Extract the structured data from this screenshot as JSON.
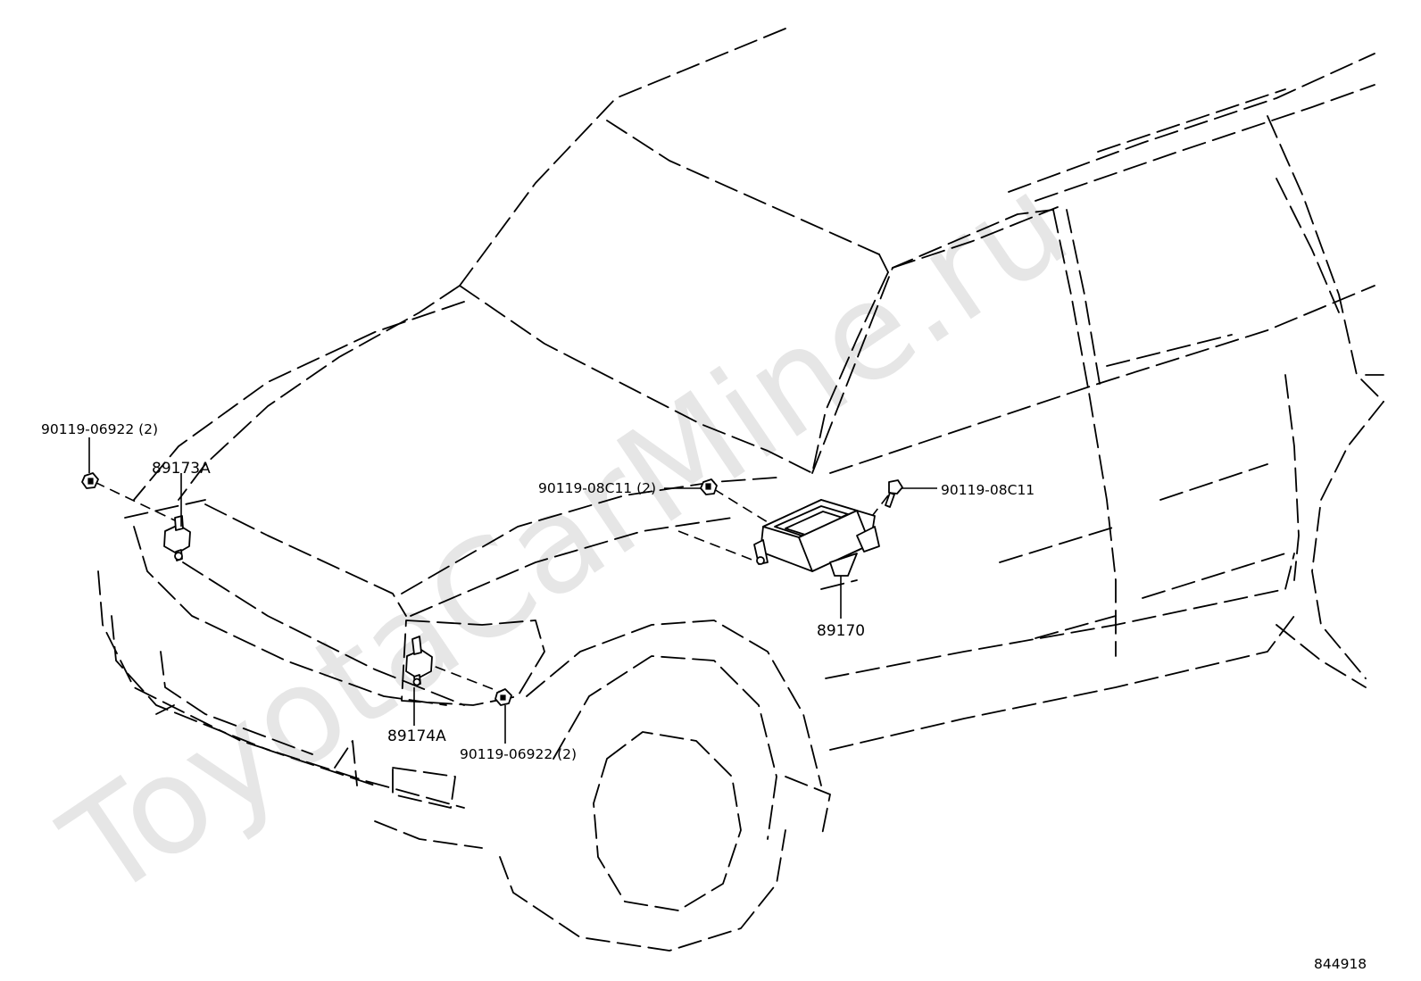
{
  "watermark": "ToyotaCarMine.ru",
  "diagram_id": "844918",
  "callouts": {
    "bolt_left_top": "90119-06922 (2)",
    "sensor_left": "89173A",
    "bolt_center": "90119-08C11 (2)",
    "bolt_right": "90119-08C11",
    "ecu": "89170",
    "sensor_right": "89174A",
    "bolt_bottom": "90119-06922 (2)"
  }
}
